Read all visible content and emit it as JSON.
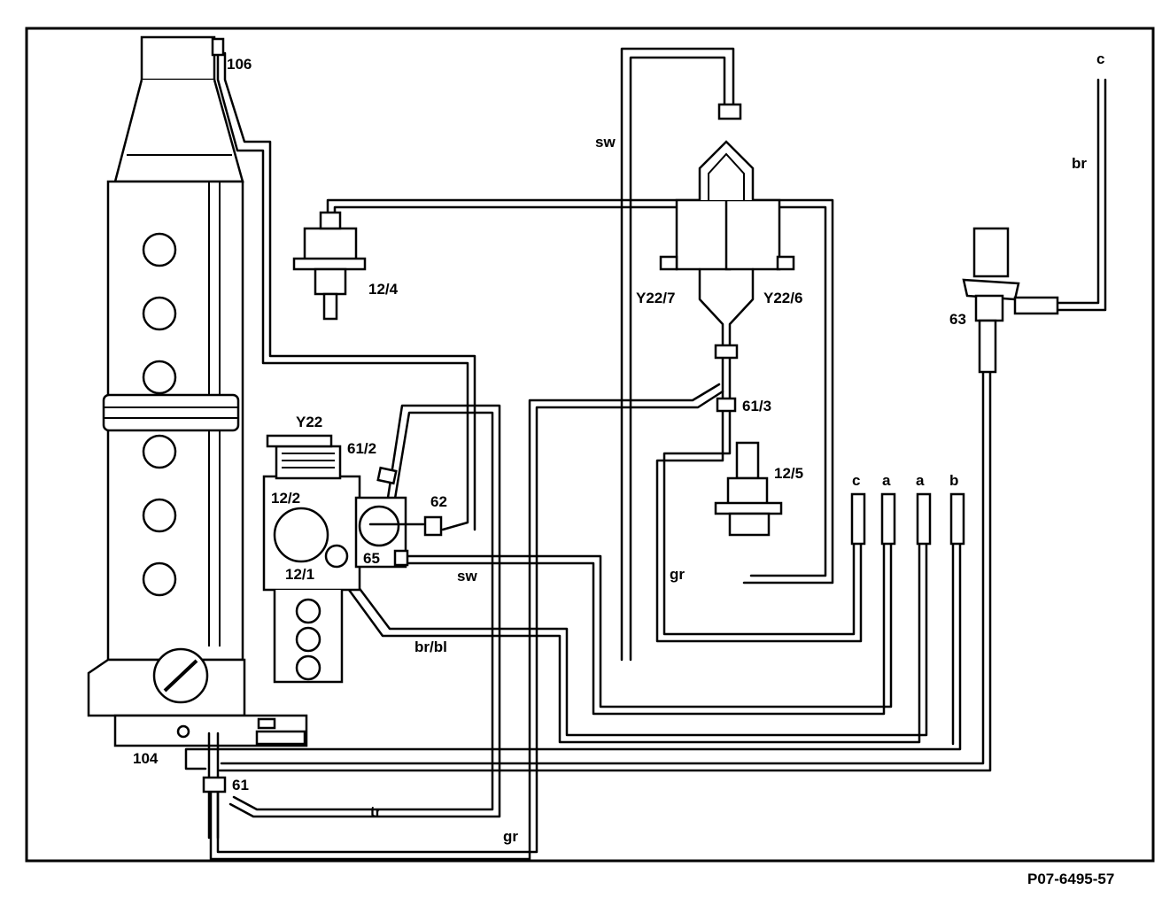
{
  "figure_code": "P07-6495-57",
  "labels": {
    "l106": "106",
    "l12_4": "12/4",
    "sw_top": "sw",
    "y22_7": "Y22/7",
    "y22_6": "Y22/6",
    "br_right": "br",
    "c_top": "c",
    "l63": "63",
    "l61_3": "61/3",
    "y22": "Y22",
    "l61_2": "61/2",
    "l12_2": "12/2",
    "l62": "62",
    "l65": "65",
    "l12_1": "12/1",
    "sw_mid": "sw",
    "l12_5": "12/5",
    "gr_mid": "gr",
    "br_bl": "br/bl",
    "l104": "104",
    "l61": "61",
    "tr": "tr",
    "gr_bottom": "gr",
    "conn_c": "c",
    "conn_a1": "a",
    "conn_a2": "a",
    "conn_b": "b"
  }
}
